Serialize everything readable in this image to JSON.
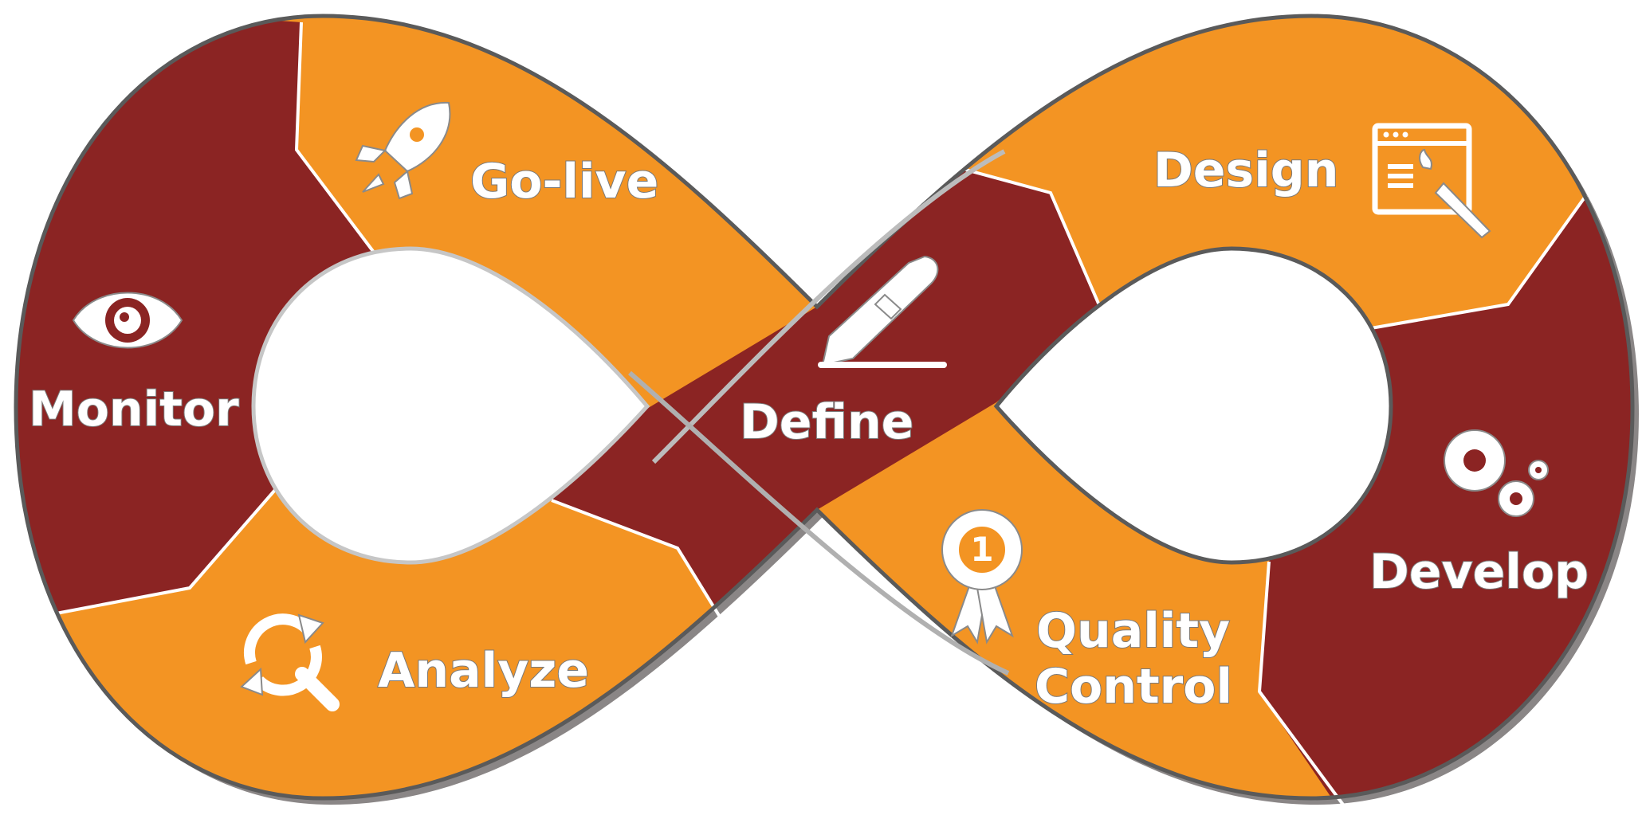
{
  "colors": {
    "orange": "#F39423",
    "dark_red": "#8B2423",
    "outline_gray": "#555555",
    "label": "#FFFFFF"
  },
  "stages": {
    "define": "Define",
    "design": "Design",
    "develop": "Develop",
    "quality_control_line1": "Quality",
    "quality_control_line2": "Control",
    "analyze": "Analyze",
    "monitor": "Monitor",
    "go_live": "Go-live"
  },
  "icons": {
    "define": "pen-icon",
    "design": "design-window-brush-icon",
    "develop": "gears-icon",
    "quality_control": "award-ribbon-icon",
    "analyze": "cycle-magnifier-icon",
    "monitor": "eye-icon",
    "go_live": "rocket-icon"
  }
}
